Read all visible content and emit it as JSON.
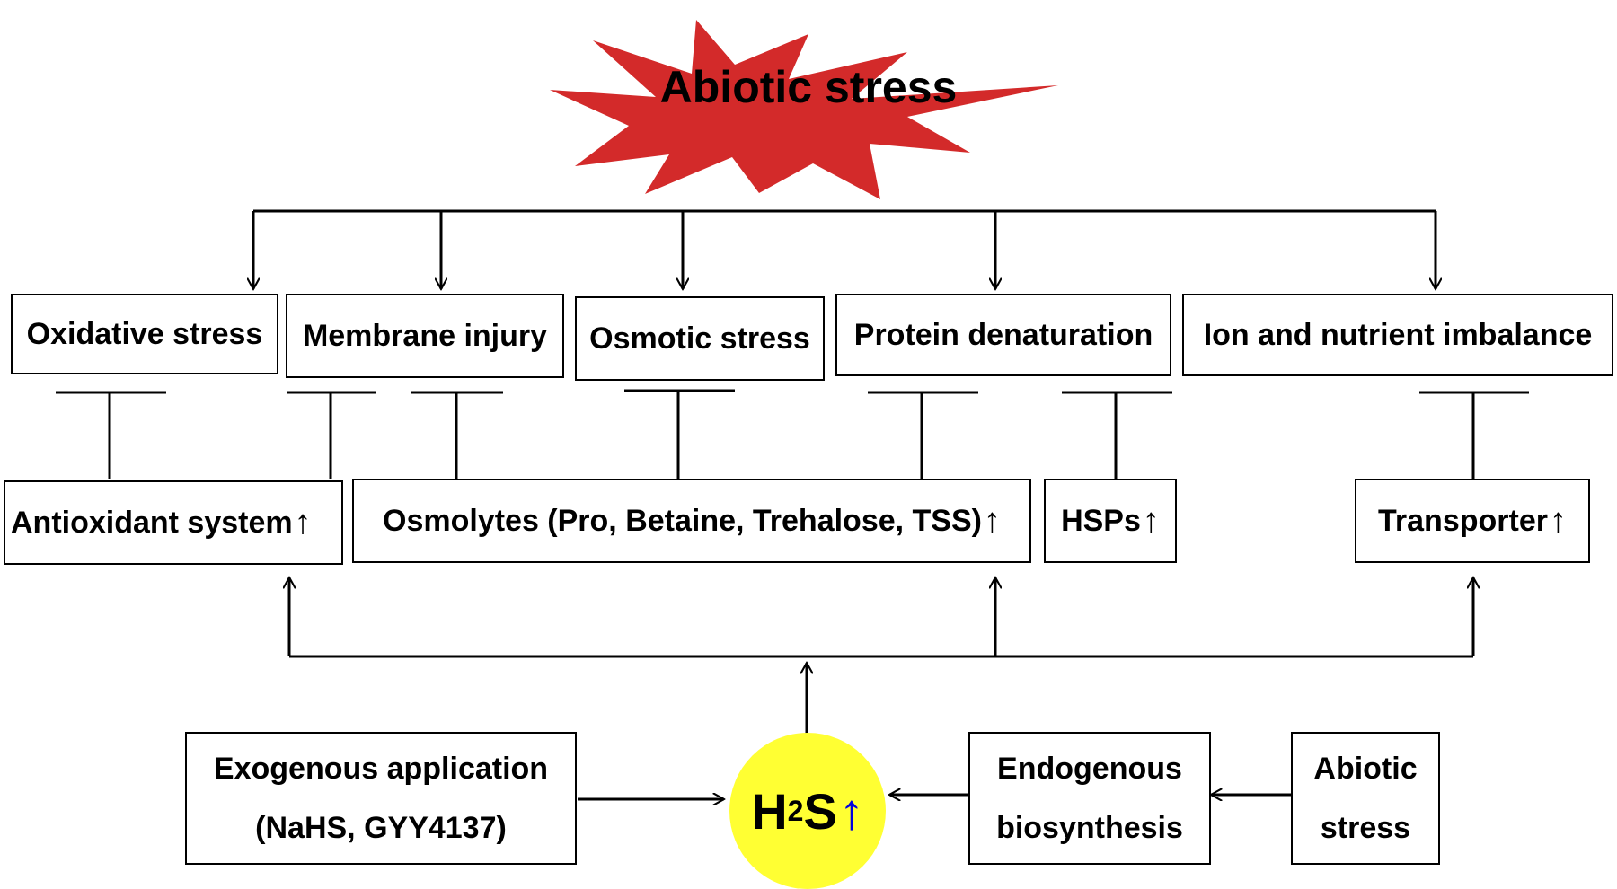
{
  "title": "Abiotic stress",
  "stresses": [
    {
      "label": "Oxidative stress"
    },
    {
      "label": "Membrane injury"
    },
    {
      "label": "Osmotic stress"
    },
    {
      "label": "Protein denaturation"
    },
    {
      "label": "Ion and nutrient imbalance"
    }
  ],
  "responses": [
    {
      "label": "Antioxidant system",
      "arrow": "↑"
    },
    {
      "label": "Osmolytes (Pro, Betaine, Trehalose, TSS)",
      "arrow": "↑"
    },
    {
      "label": "HSPs",
      "arrow": "↑"
    },
    {
      "label": "Transporter",
      "arrow": "↑"
    }
  ],
  "h2s": {
    "main": "H",
    "sub": "2",
    "tail": "S",
    "arrow": "↑"
  },
  "exogenous": {
    "line1": "Exogenous application",
    "line2": "(NaHS, GYY4137)"
  },
  "endogenous": {
    "line1": "Endogenous",
    "line2": "biosynthesis"
  },
  "abiotic_source": {
    "line1": "Abiotic",
    "line2": "stress"
  },
  "colors": {
    "star": "#d32a2a",
    "h2s_fill": "#ffff33",
    "h2s_arrow": "#0000dd",
    "line": "#000000"
  }
}
